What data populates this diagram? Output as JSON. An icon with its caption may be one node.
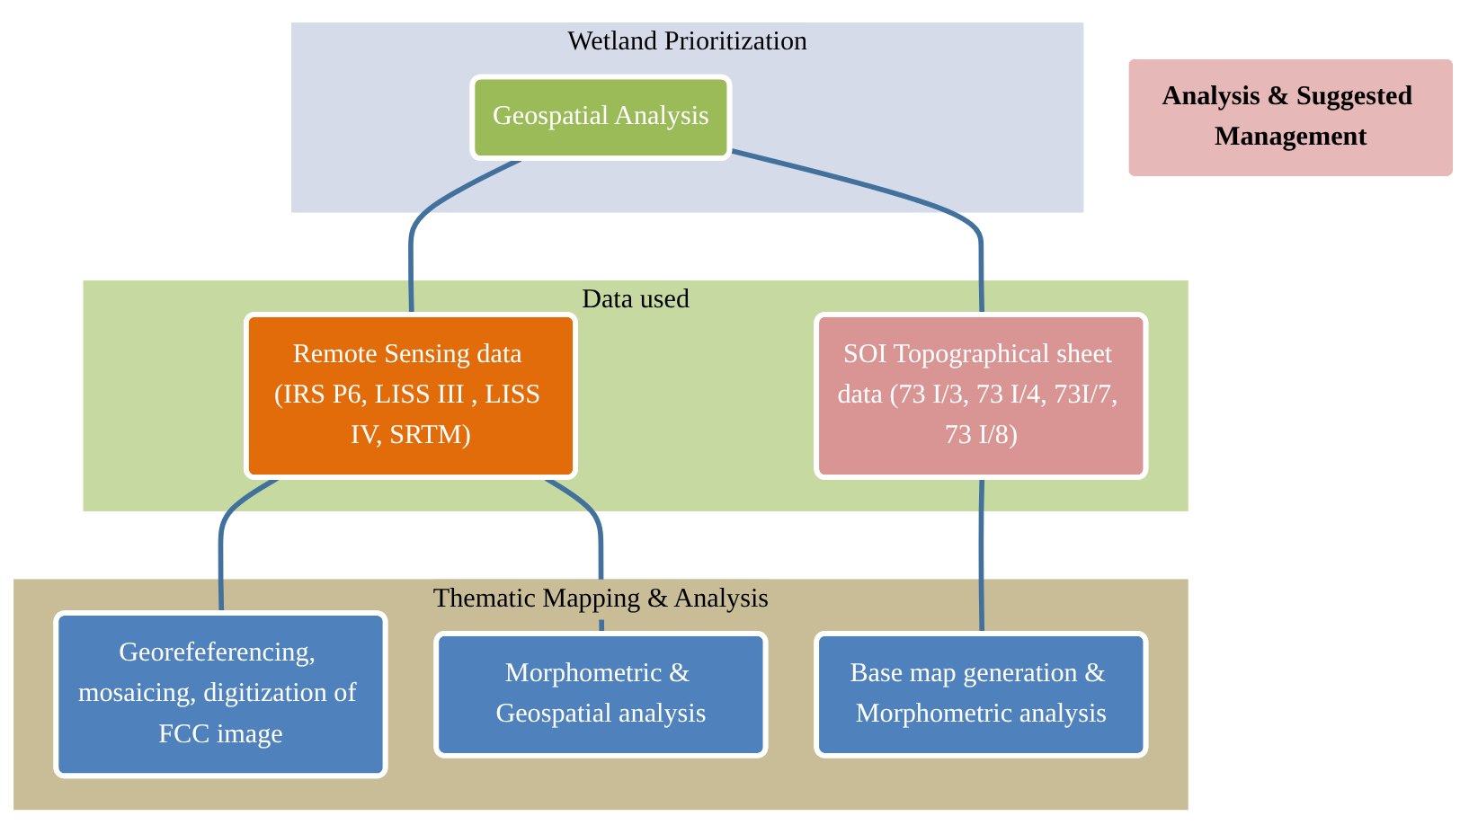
{
  "diagram": {
    "nodes": [
      {
        "text": [
          "Wetland Prioritization"
        ]
      },
      {
        "text": [
          "Geospatial Analysis"
        ],
        "in": 0
      },
      {
        "text": [
          "Data used"
        ]
      },
      {
        "text": [
          "Remote Sensing data (IRS P6, LISS III , LISS IV, SRTM)"
        ],
        "in": 2
      },
      {
        "text": [
          "SOI Topographical sheet data (73 I/3, 73 I/4, 73I/7, 73 I/8)"
        ],
        "in": 2
      },
      {
        "text": [
          "Thematic Mapping & Analysis"
        ]
      },
      {
        "text": [
          "Georefeferencing, mosaicing, digitization of FCC image"
        ],
        "in": 5
      },
      {
        "text": [
          "Morphometric & Geospatial analysis"
        ],
        "in": 5
      },
      {
        "text": [
          "Base map generation & Morphometric analysis"
        ],
        "in": 5
      },
      {
        "text": [
          "Analysis & Suggested Management"
        ]
      }
    ],
    "edges": [
      {
        "from": 1,
        "to": 3,
        "arrow": "none"
      },
      {
        "from": 1,
        "to": 4,
        "arrow": "none"
      },
      {
        "from": 3,
        "to": 6,
        "arrow": "none"
      },
      {
        "from": 3,
        "to": 7,
        "arrow": "none"
      },
      {
        "from": 4,
        "to": 8,
        "arrow": "none"
      }
    ]
  }
}
